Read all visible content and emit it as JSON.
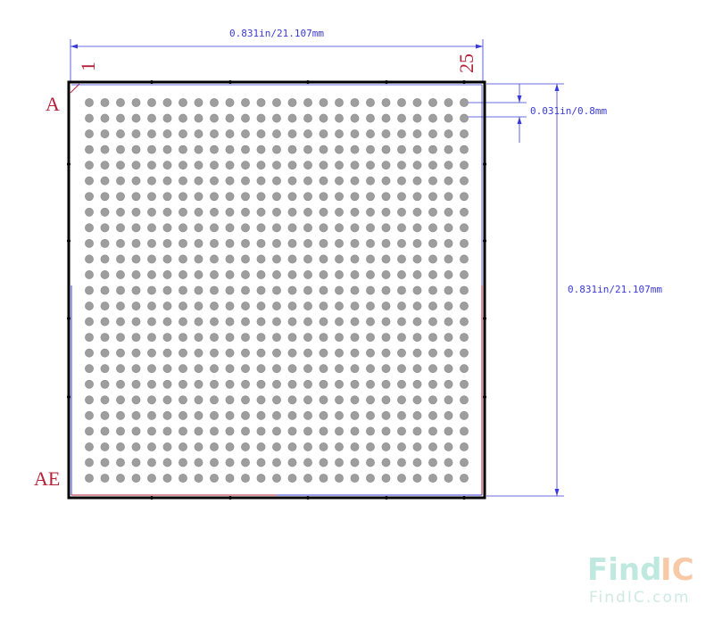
{
  "package": {
    "width_label": "0.831in/21.107mm",
    "height_label": "0.831in/21.107mm",
    "pitch_label": "0.031in/0.8mm",
    "col_first": "1",
    "col_last": "25",
    "row_first": "A",
    "row_last": "AE",
    "rows": 25,
    "cols": 25
  },
  "watermark": {
    "logo_find": "Find",
    "logo_ic": "IC",
    "url": "FindIC.com"
  },
  "colors": {
    "dimension": "#3a3ad8",
    "label": "#b4233a",
    "outline": "#000000",
    "ball_fill": "#9e9e9e",
    "ball_stroke": "#8a8a8a",
    "watermark_find": "#bfe8df",
    "watermark_ic": "#f7c9a6",
    "watermark_url": "#cfe9e3"
  }
}
